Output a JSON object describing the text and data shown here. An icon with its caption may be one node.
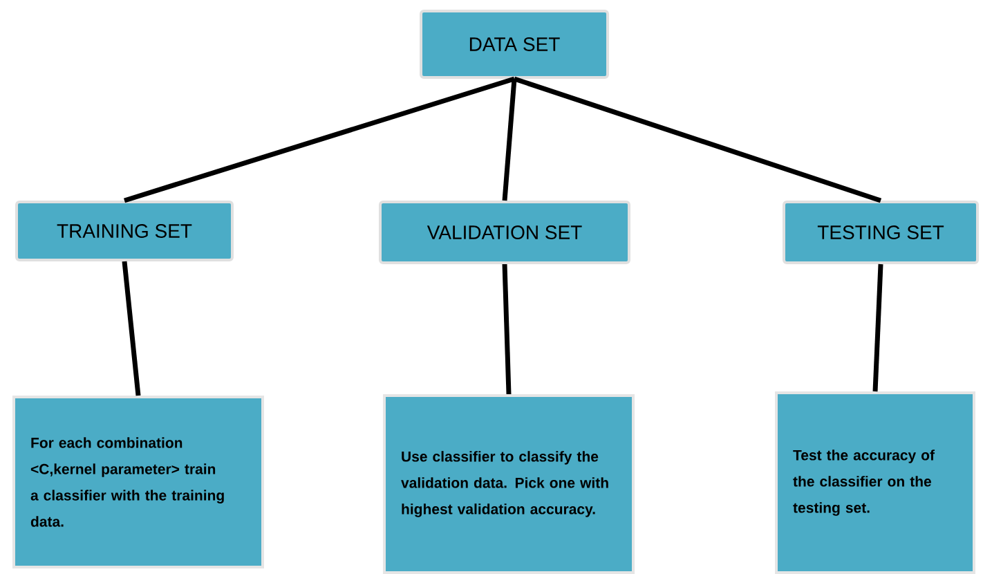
{
  "diagram": {
    "nodes": [
      {
        "text": [
          "DATA SET"
        ]
      },
      {
        "text": [
          "TRAINING SET"
        ]
      },
      {
        "text": [
          "VALIDATION SET"
        ]
      },
      {
        "text": [
          "TESTING SET"
        ]
      },
      {
        "text": [
          "For each combination <C,kernel parameter> train a classifier with the training data."
        ]
      },
      {
        "text": [
          "Use classifier to classify the validation data. Pick one with highest validation accuracy."
        ]
      },
      {
        "text": [
          "Test the accuracy of the classifier on the testing set."
        ]
      }
    ],
    "edges": [
      {
        "from": 0,
        "to": 1,
        "arrow": "none"
      },
      {
        "from": 0,
        "to": 2,
        "arrow": "none"
      },
      {
        "from": 0,
        "to": 3,
        "arrow": "none"
      },
      {
        "from": 1,
        "to": 4,
        "arrow": "none"
      },
      {
        "from": 2,
        "to": 5,
        "arrow": "none"
      },
      {
        "from": 3,
        "to": 6,
        "arrow": "none"
      }
    ]
  }
}
